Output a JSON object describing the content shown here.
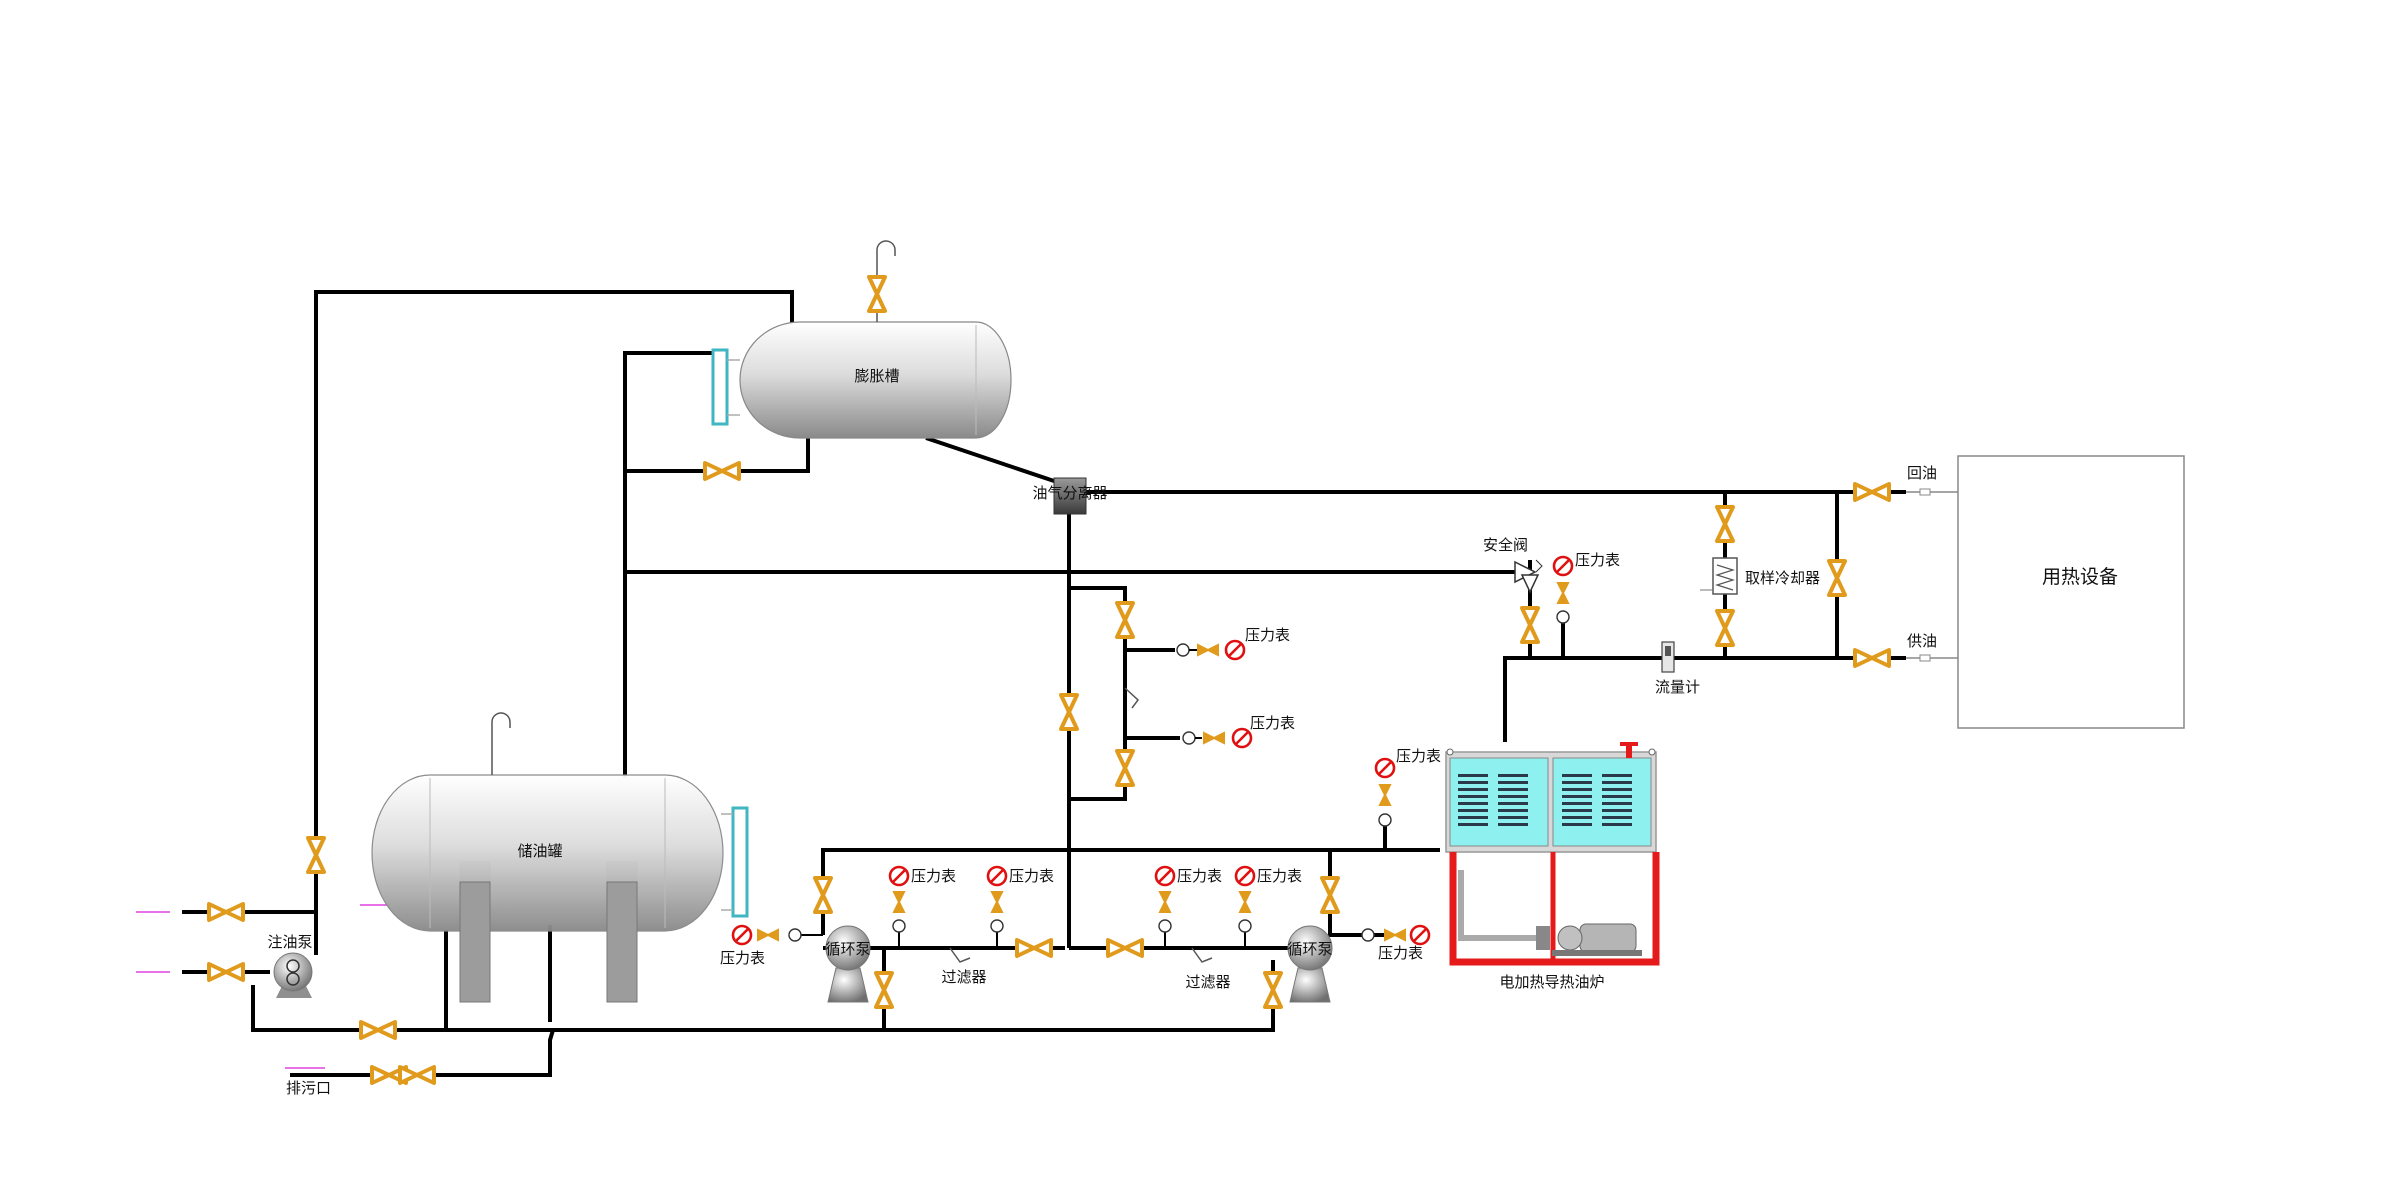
{
  "labels": {
    "expansion_tank": "膨胀槽",
    "oil_gas_separator": "油气分离器",
    "storage_tank": "储油罐",
    "injection_pump": "注油泵",
    "drain_outlet": "排污口",
    "circulation_pump_1": "循环泵",
    "circulation_pump_2": "循环泵",
    "filter_1": "过滤器",
    "filter_2": "过滤器",
    "safety_valve": "安全阀",
    "flow_meter": "流量计",
    "sample_cooler": "取样冷却器",
    "heater": "电加热导热油炉",
    "heat_equipment": "用热设备",
    "return_oil": "回油",
    "supply_oil": "供油",
    "pressure_gauge": "压力表"
  },
  "colors": {
    "pipe": "#000000",
    "valve": "#e09a1c",
    "gauge_red": "#e01010",
    "glass_tube": "#3fb6c0",
    "heater_frame": "#e51a1a",
    "heater_panel": "#8ff0f0",
    "tank_gradient_light": "#ffffff",
    "tank_gradient_dark": "#8a8a8a",
    "inlet_line": "#e040e0"
  }
}
